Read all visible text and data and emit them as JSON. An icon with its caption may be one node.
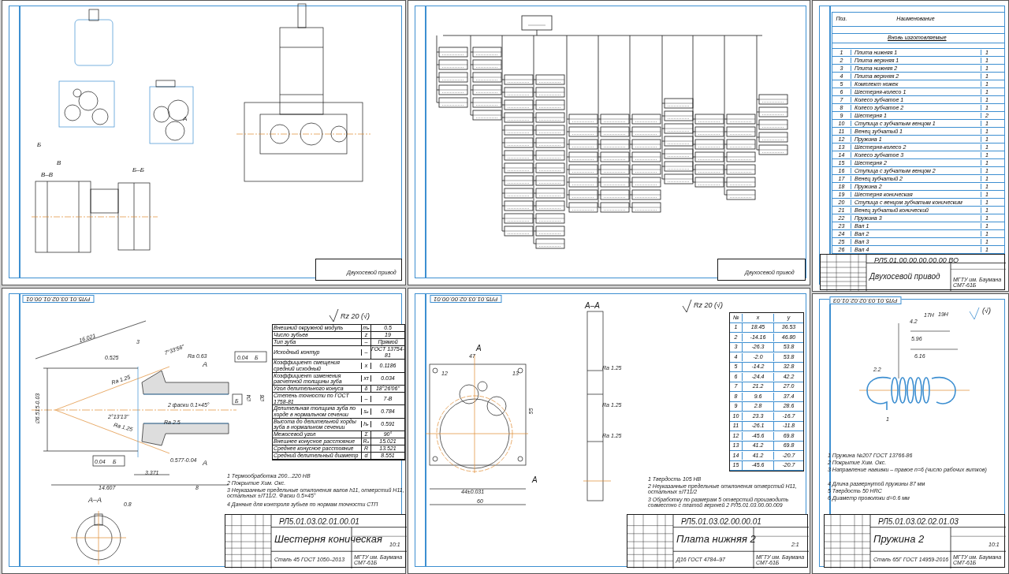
{
  "diagram": {
    "labels": [
      "А",
      "Б",
      "В",
      "Б–Б",
      "В–В",
      "Двухосевой привод",
      "Двухосевой привод",
      "Поз.",
      "Наименование",
      "Вновь изготовляемые",
      "1",
      "Плита нижняя 1",
      "1",
      "2",
      "Плита верхняя 1",
      "1",
      "3",
      "Плита нижняя 2",
      "1",
      "4",
      "Плита верхняя 2",
      "1",
      "5",
      "Комплект ножек",
      "1",
      "6",
      "Шестерня-колесо 1",
      "1",
      "7",
      "Колесо зубчатое 1",
      "1",
      "8",
      "Колесо зубчатое 2",
      "1",
      "9",
      "Шестерня 1",
      "2",
      "10",
      "Ступица с зубчатым венцом 1",
      "1",
      "11",
      "Венец зубчатый 1",
      "1",
      "12",
      "Пружина 1",
      "1",
      "13",
      "Шестерня-колесо 2",
      "1",
      "14",
      "Колесо зубчатое 3",
      "1",
      "15",
      "Шестерня 2",
      "1",
      "16",
      "Ступица с зубчатым венцом 2",
      "1",
      "17",
      "Венец зубчатый 2",
      "1",
      "18",
      "Пружина 2",
      "1",
      "19",
      "Шестерня коническая",
      "1",
      "20",
      "Ступица с венцом зубчатым коническим",
      "1",
      "21",
      "Венец зубчатый конический",
      "1",
      "22",
      "Пружина 3",
      "1",
      "23",
      "Вал 1",
      "1",
      "24",
      "Вал 2",
      "1",
      "25",
      "Вал 3",
      "1",
      "26",
      "Вал 4",
      "1",
      "РЛ5.01.00.00.00.00.00 ВО",
      "Двухосевой привод",
      "МГТУ им. Баумана СМ7-61Б",
      "РЛ5.01.03.02.01.00.01",
      "Rz 20 (√)",
      "16.021",
      "3",
      "0.525",
      "7°33'56''",
      "Ra 0.63",
      "Ra 1.25",
      "2 фаски 0.1×45°",
      "2°13'13''",
      "Ra 1.25",
      "Ra 2.5",
      "∅6.515-0.03",
      "0.04",
      "Б",
      "Б",
      "0.04",
      "Б",
      "А",
      "А",
      "0.577-0.04",
      "3.371",
      "14.607",
      "8",
      "∅4",
      "∅6",
      "А–А",
      "0.8",
      "Внешний окружной модуль",
      "mₑ",
      "0.5",
      "Число зубьев",
      "z",
      "19",
      "Тип зуба",
      "–",
      "Прямой",
      "Исходный контур",
      "–",
      "ГОСТ 13754-81",
      "Коэффициент смещения средний исходный",
      "x",
      "0.1186",
      "Коэффициент изменения расчетной толщины зуба",
      "xτ",
      "0.034",
      "Угол делительного конуса",
      "δ",
      "18°26'06''",
      "Степень точности по ГОСТ 1758-81",
      "–",
      "7-В",
      "Делительная толщина зуба по хорде в нормальном сечении",
      "sₑ",
      "0.784",
      "Высота до делительной хорды зуба в нормальном сечении",
      "hₑ",
      "0.591",
      "Межосевой угол",
      "Σ",
      "90°",
      "Внешнее конусное расстояние",
      "Rₑ",
      "15.021",
      "Среднее конусное расстояние",
      "R",
      "13.521",
      "Средний делительный диаметр",
      "d",
      "8.551",
      "1 Термообработка 200...220 HB",
      "2 Покрытие Хим. Окс.",
      "3 Неуказанные предельные отклонения валов h11, отверстий H11, остальных ±IT11/2. Фаски 0.5×45°",
      "4 Данные для контроля зубьев по нормам точности СТП",
      "РЛ5.01.03.02.01.00.01",
      "Шестерня коническая",
      "Сталь 45 ГОСТ 1050–2013",
      "10:1",
      "МГТУ им. Баумана СМ7-61Б",
      "РЛ5.01.03.02.00.00.01",
      "А–А",
      "Rz 20 (√)",
      "А",
      "А",
      "47",
      "12",
      "13",
      "55",
      "44±0.031",
      "60",
      "Ra 1.25",
      "Ra 1.25",
      "Ra 1.25",
      "№",
      "x",
      "y",
      "1",
      "18.45",
      "36.53",
      "2",
      "-14.16",
      "46.80",
      "3",
      "-26.3",
      "53.8",
      "4",
      "-2.0",
      "53.8",
      "5",
      "-14.2",
      "32.8",
      "6",
      "-24.4",
      "42.2",
      "7",
      "21.2",
      "27.0",
      "8",
      "9.6",
      "37.4",
      "9",
      "2.8",
      "28.6",
      "10",
      "23.3",
      "-16.7",
      "11",
      "-26.1",
      "-11.8",
      "12",
      "-45.6",
      "69.8",
      "13",
      "41.2",
      "69.8",
      "14",
      "41.2",
      "-20.7",
      "15",
      "-45.6",
      "-20.7",
      "1 Твердость 105 HB",
      "2 Неуказанные предельные отклонения отверстий H11, остальных ±IT11/2",
      "3 Обработку по размерам 5 отверстий производить совместно с платой верхней 2 РЛ5.01.03.00.00.009",
      "РЛ5.01.03.02.00.00.01",
      "Плата нижняя 2",
      "Д16 ГОСТ 4784–97",
      "2:1",
      "МГТУ им. Баумана СМ7-61Б",
      "РЛ5.01.03.02.02.01.03",
      "(√)",
      "4.2",
      "17Н",
      "19Н",
      "5.96",
      "6.16",
      "2.2",
      "1",
      "1 Пружина №207 ГОСТ 13766-86",
      "2 Покрытие Хим. Окс.",
      "3 Направление навивки – правое n=6 (число рабочих витков)",
      "4 Длина развернутой пружины 87 мм",
      "5 Твердость 50 HRC",
      "6 Диаметр проволоки d=0.6 мм",
      "РЛ5.01.03.02.02.01.03",
      "Пружина 2",
      "Сталь 65Г ГОСТ 14959-2016",
      "10:1",
      "МГТУ им. Баумана СМ7-61Б"
    ]
  }
}
